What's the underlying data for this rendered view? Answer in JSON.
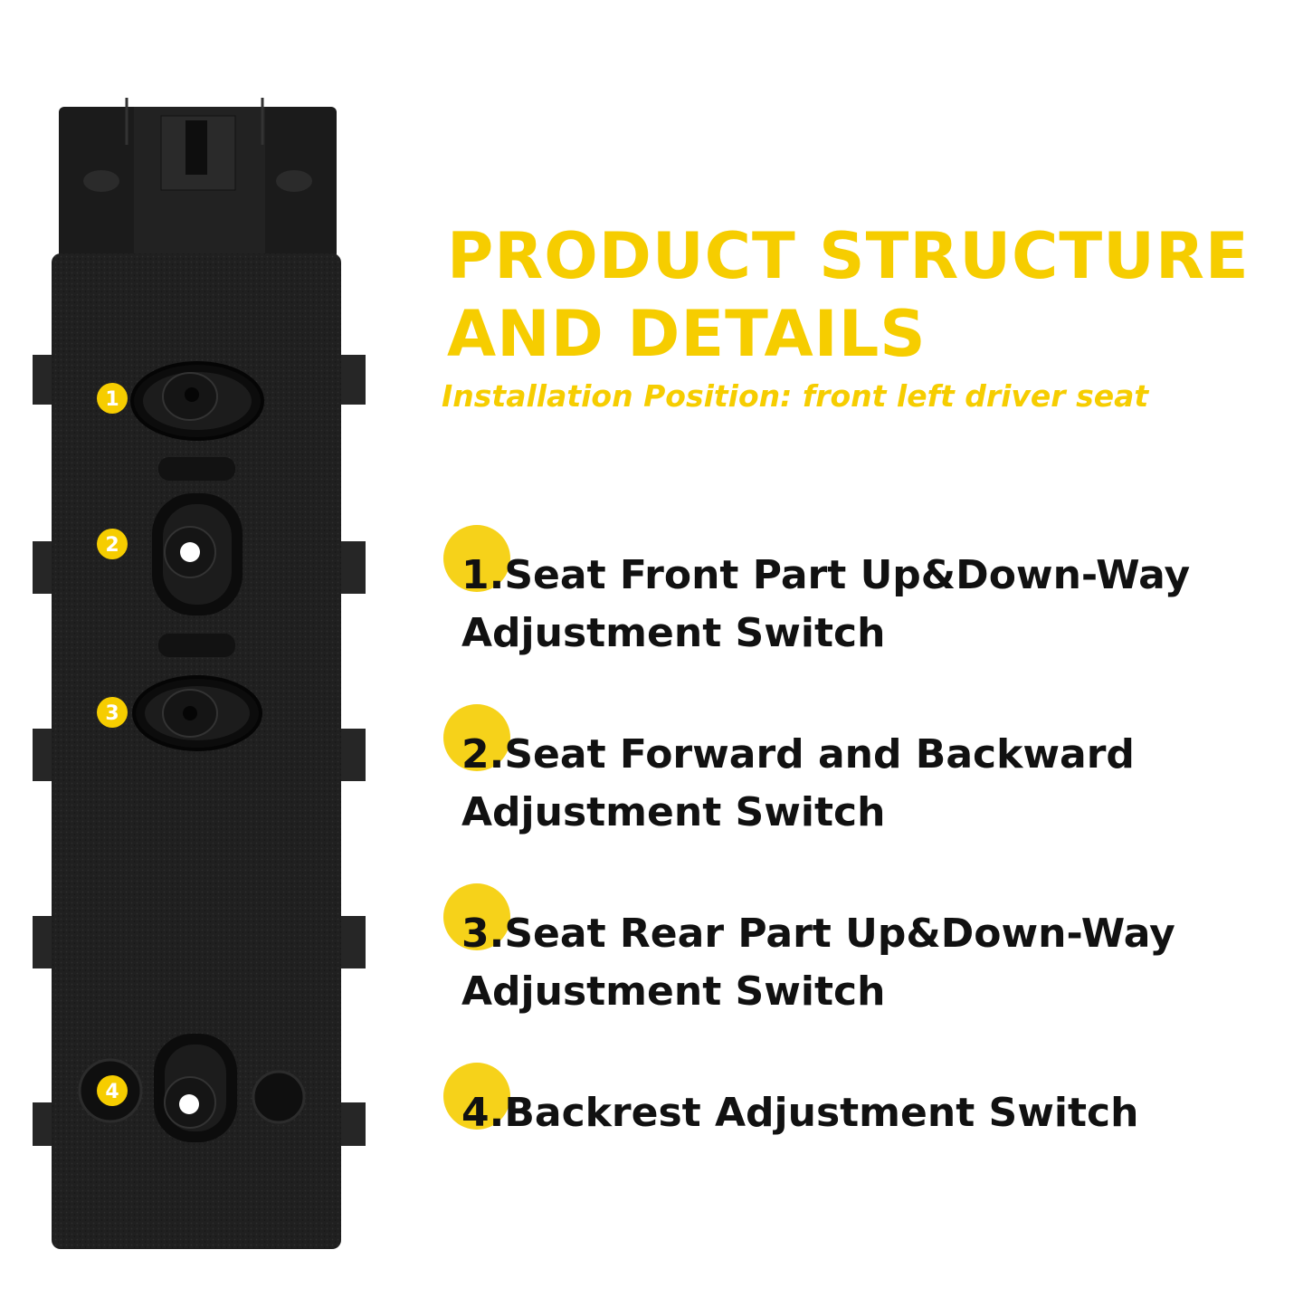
{
  "header": {
    "title_line1": "PRODUCT STRUCTURE",
    "title_line2": "AND DETAILS",
    "subtitle": "Installation Position: front left driver seat"
  },
  "product": {
    "badges": [
      "1",
      "2",
      "3",
      "4"
    ]
  },
  "features": [
    {
      "number": "1.",
      "line1": "Seat Front Part Up&Down-Way",
      "line2": "Adjustment Switch"
    },
    {
      "number": "2.",
      "line1": "Seat Forward and Backward",
      "line2": "Adjustment Switch"
    },
    {
      "number": "3.",
      "line1": "Seat Rear Part Up&Down-Way",
      "line2": "Adjustment Switch"
    },
    {
      "number": "4.",
      "line1": "Backrest Adjustment Switch",
      "line2": ""
    }
  ],
  "colors": {
    "accent": "#f6cd00",
    "text": "#111111",
    "device": "#1e1e1e"
  }
}
